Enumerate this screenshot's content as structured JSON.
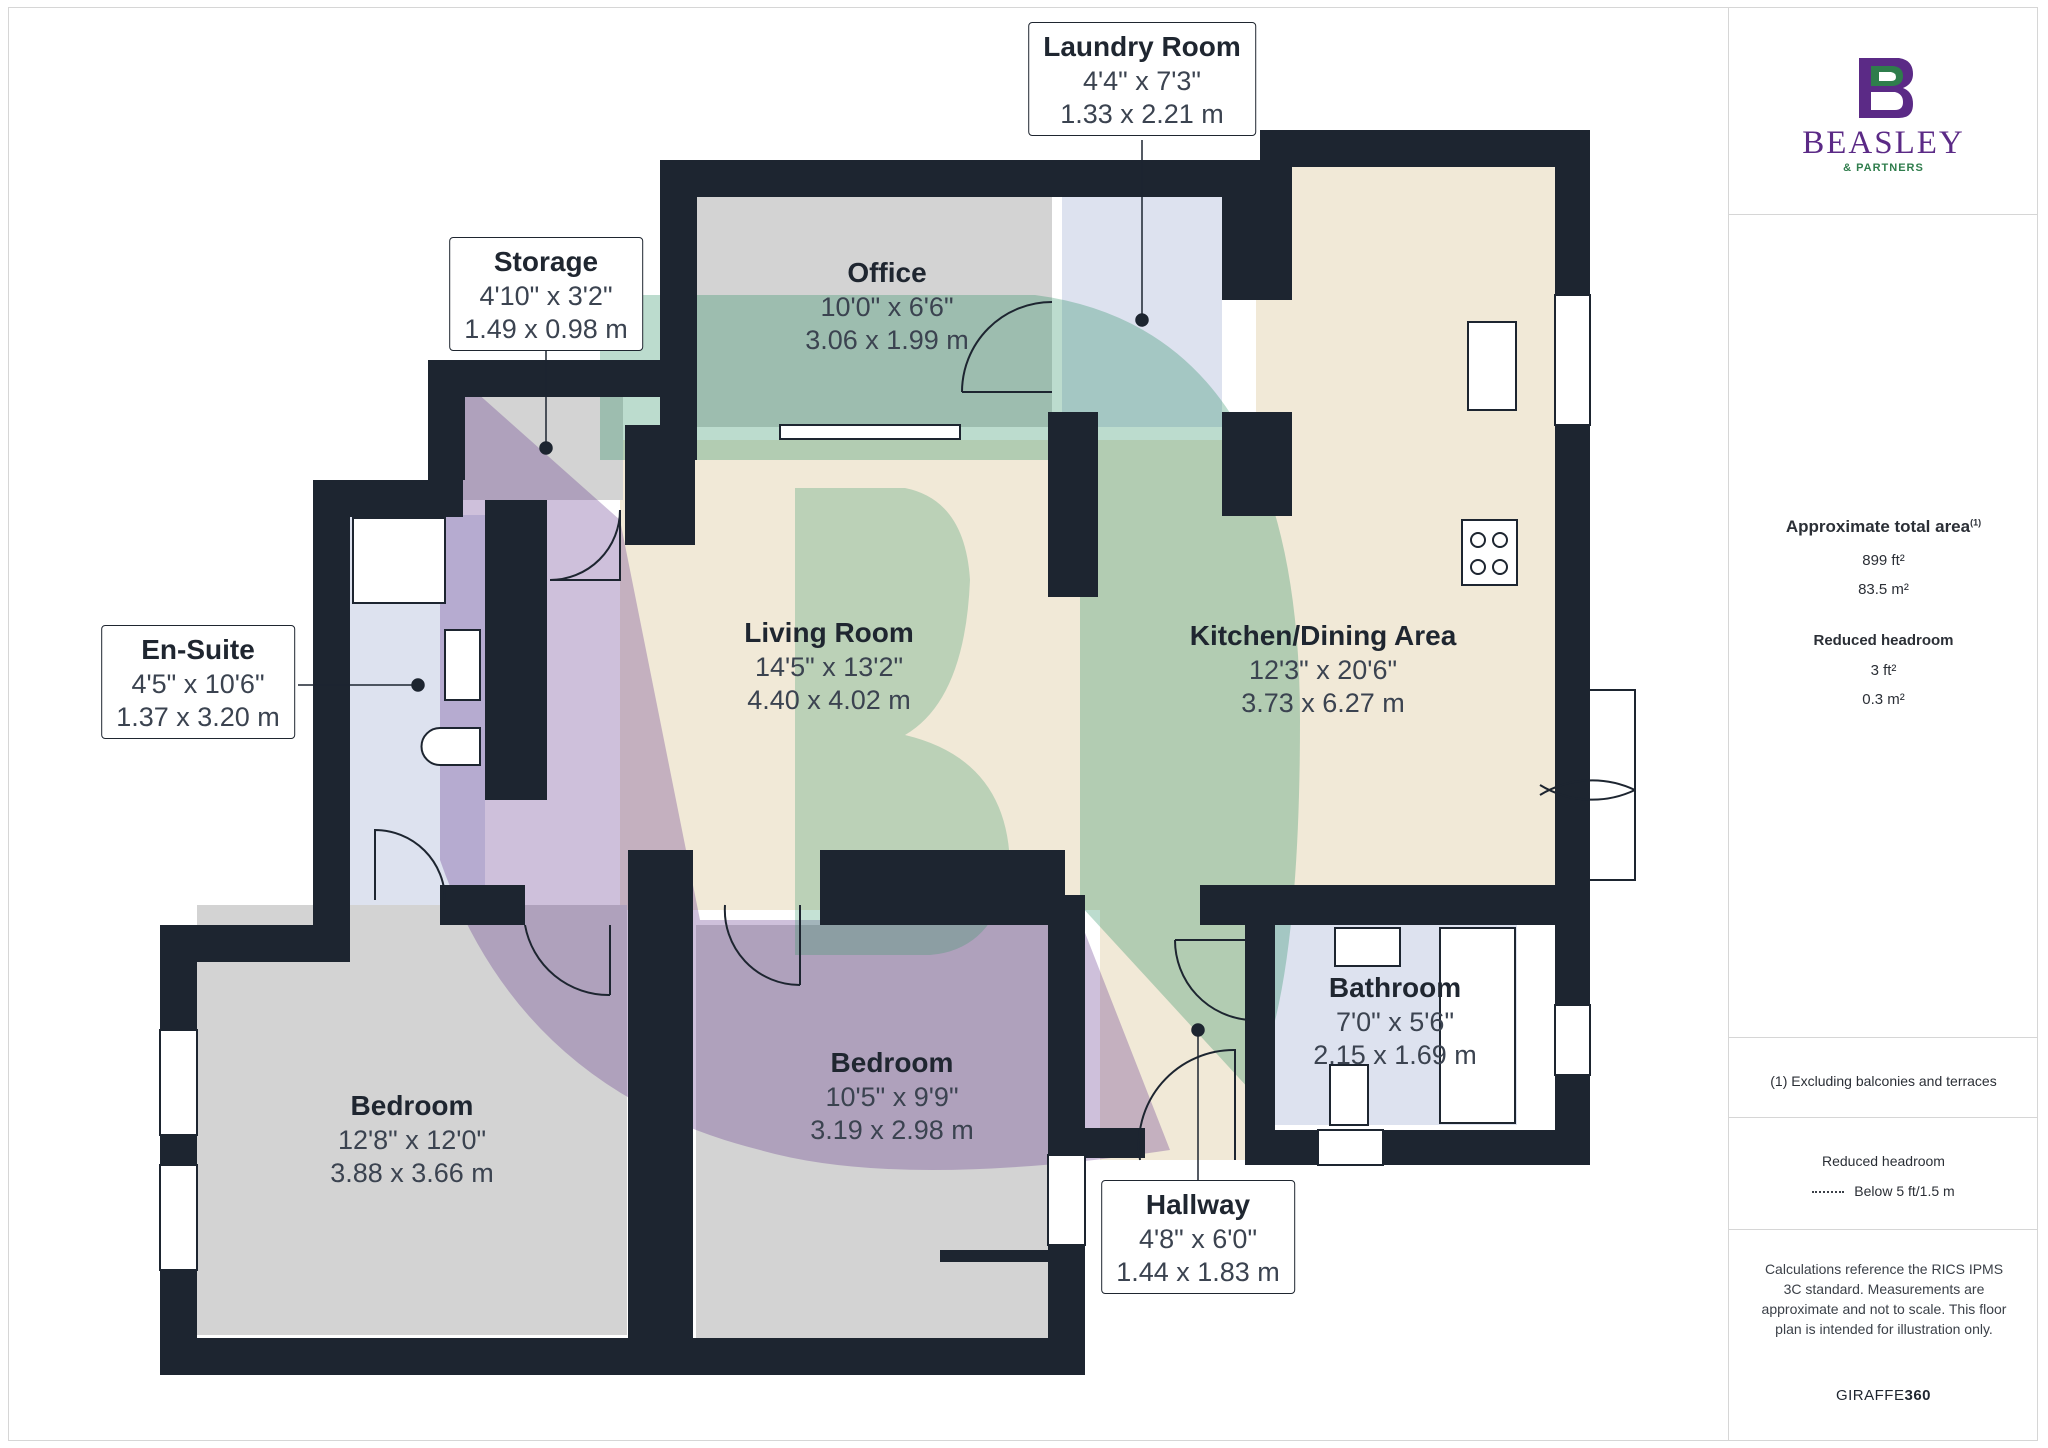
{
  "rooms": {
    "laundry": {
      "name": "Laundry Room",
      "imperial": "4'4\" x 7'3\"",
      "metric": "1.33 x 2.21 m"
    },
    "storage": {
      "name": "Storage",
      "imperial": "4'10\" x 3'2\"",
      "metric": "1.49 x 0.98 m"
    },
    "office": {
      "name": "Office",
      "imperial": "10'0\" x 6'6\"",
      "metric": "3.06 x 1.99 m"
    },
    "living": {
      "name": "Living Room",
      "imperial": "14'5\" x 13'2\"",
      "metric": "4.40 x 4.02 m"
    },
    "kitchen": {
      "name": "Kitchen/Dining Area",
      "imperial": "12'3\" x 20'6\"",
      "metric": "3.73 x 6.27 m"
    },
    "ensuite": {
      "name": "En-Suite",
      "imperial": "4'5\" x 10'6\"",
      "metric": "1.37 x 3.20 m"
    },
    "bedroom_left": {
      "name": "Bedroom",
      "imperial": "12'8\" x 12'0\"",
      "metric": "3.88 x 3.66 m"
    },
    "bedroom_mid": {
      "name": "Bedroom",
      "imperial": "10'5\" x 9'9\"",
      "metric": "3.19 x 2.98 m"
    },
    "bathroom": {
      "name": "Bathroom",
      "imperial": "7'0\" x 5'6\"",
      "metric": "2.15 x 1.69 m"
    },
    "hallway": {
      "name": "Hallway",
      "imperial": "4'8\" x 6'0\"",
      "metric": "1.44 x 1.83 m"
    }
  },
  "panel": {
    "logo_word": "BEASLEY",
    "logo_sub": "& PARTNERS",
    "total_area_label": "Approximate total area",
    "total_area_sup": "(1)",
    "total_ft": "899 ft²",
    "total_m": "83.5 m²",
    "reduced_label": "Reduced headroom",
    "reduced_ft": "3 ft²",
    "reduced_m": "0.3 m²",
    "footnote": "(1) Excluding balconies and terraces",
    "legend_title": "Reduced headroom",
    "legend_text": "Below 5 ft/1.5 m",
    "calc_text": "Calculations reference the RICS IPMS 3C standard. Measurements are approximate and not to scale. This floor plan is intended for illustration only.",
    "brand_light": "GIRAFFE",
    "brand_bold": "360"
  },
  "colors": {
    "wall": "#1d2530",
    "floor_grey": "#d3d3d3",
    "floor_cream": "#f1e9d7",
    "floor_blue": "#dde2ef",
    "watermark_green": "#1f8a5b",
    "watermark_purple": "#5b2a86",
    "logo_purple": "#5b2a86",
    "logo_green": "#2f7d4c"
  }
}
